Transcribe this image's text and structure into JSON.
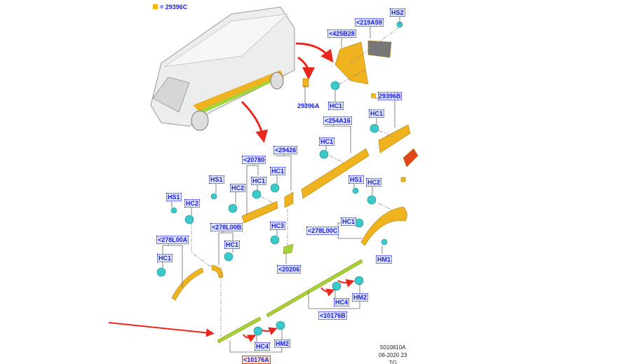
{
  "legend": {
    "text": "= 29396C",
    "color": "#f5b50a"
  },
  "labels": {
    "hs2": "HS2",
    "l219a59": "<219A59",
    "l425b28": "<425B28",
    "l29396a": "29396A",
    "hc1_a": "HC1",
    "l29396b": "29396B",
    "hc1_b": "HC1",
    "l254a16": "<254A16",
    "hc1_c": "HC1",
    "l29426": "<29426",
    "l20780": "<20780",
    "hc1_d": "HC1",
    "hc1_e": "HC1",
    "hs1_a": "HS1",
    "hc2_a": "HC2",
    "hs1_b": "HS1",
    "hc2_b": "HC2",
    "hs1_c": "HS1",
    "hc2_c": "HC2",
    "l278l00b": "<278L00B",
    "l278l00c": "<278L00C",
    "hc1_f": "HC1",
    "hc3": "HC3",
    "l278l00a": "<278L00A",
    "hc1_g": "HC1",
    "hm1": "HM1",
    "hc1_h": "HC1",
    "l20206": "<20206",
    "hc4_a": "HC4",
    "hm2_a": "HM2",
    "l10176b": "<10176B",
    "hc4_b": "HC4",
    "hm2_b": "HM2",
    "l10176a": "<10176A"
  },
  "reference": {
    "code": "5010810A",
    "date": "06-2020 23",
    "initials": "TG"
  },
  "colors": {
    "part": "#f0b320",
    "clip": "#3cc9c9",
    "trim": "#9ed63a",
    "arrow": "#e8281c",
    "label": "#1a1ae6"
  }
}
